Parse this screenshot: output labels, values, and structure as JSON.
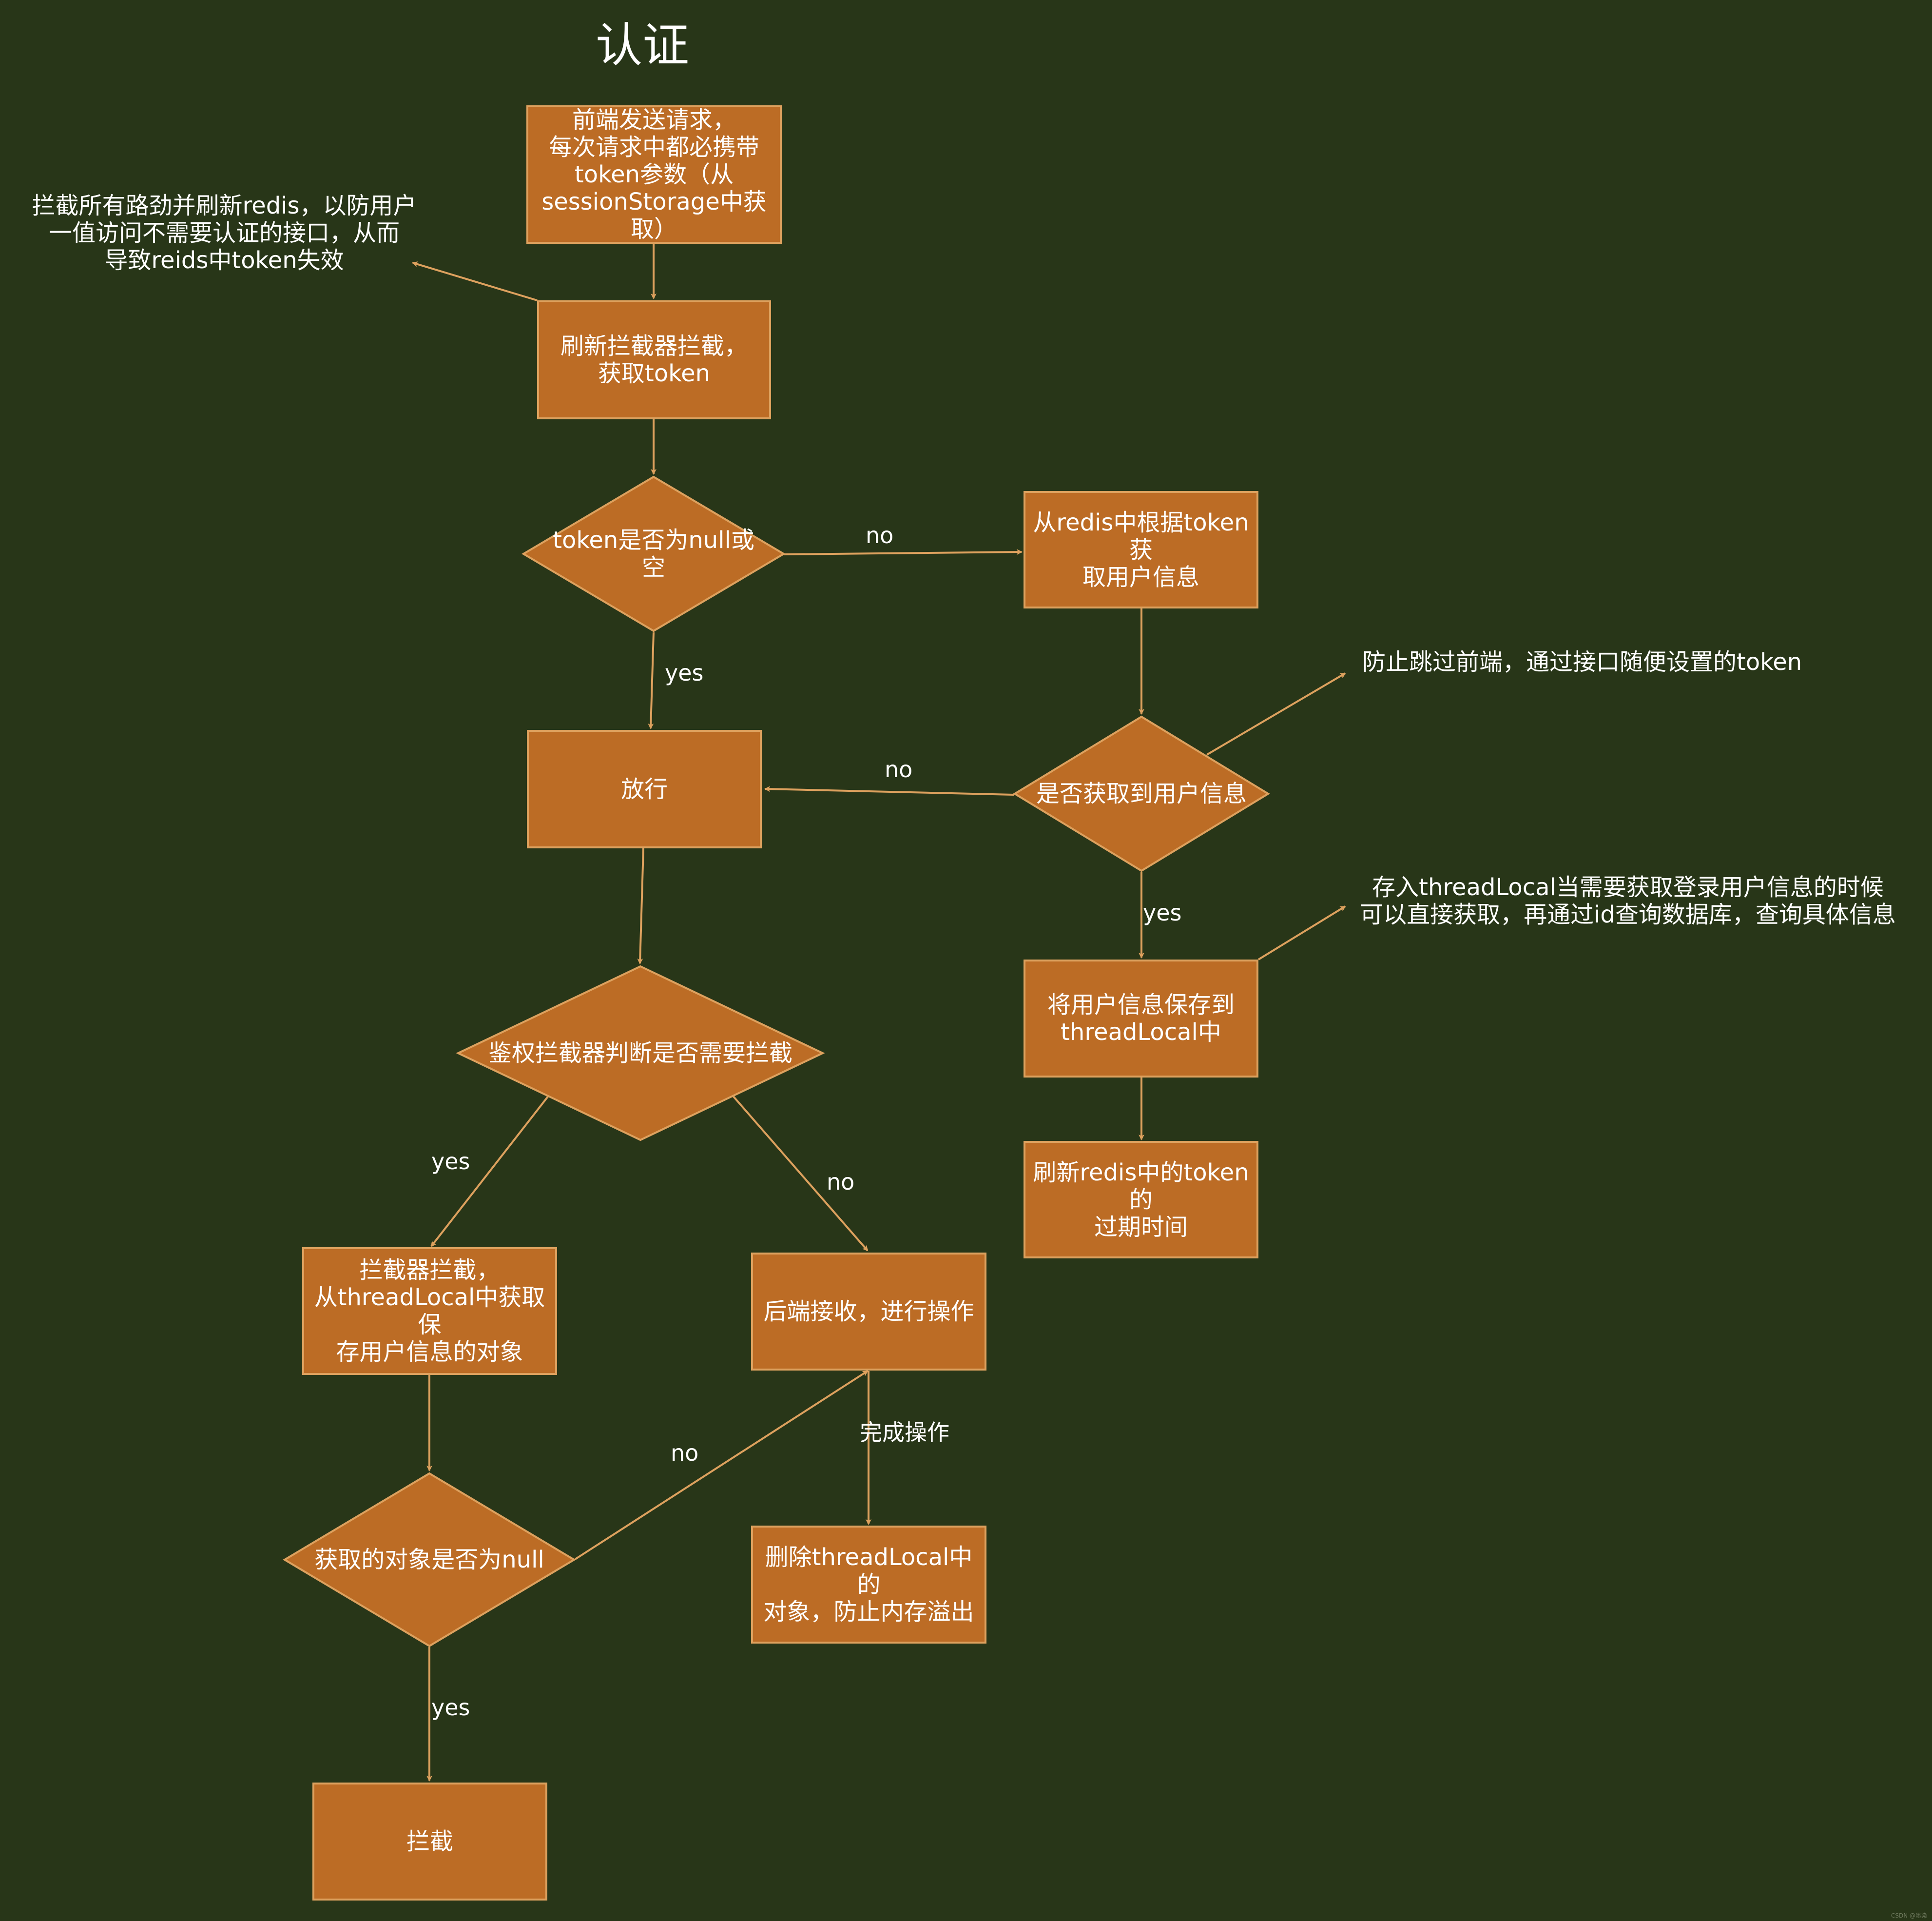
{
  "title": "认证",
  "colors": {
    "background": "#283618",
    "node_fill": "#bc6c25",
    "node_stroke": "#dda15e",
    "text": "#ffffff"
  },
  "nodes": {
    "frontend_request": "前端发送请求，\n每次请求中都必携带\ntoken参数（从\nsessionStorage中获\n取）",
    "refresh_interceptor": "刷新拦截器拦截，\n获取token",
    "token_null_check": "token是否为null或\n空",
    "fetch_user_from_redis": "从redis中根据token获\n取用户信息",
    "user_info_check": "是否获取到用户信息",
    "pass": "放行",
    "save_to_threadlocal": "将用户信息保存到\nthreadLocal中",
    "refresh_token_ttl": "刷新redis中的token的\n过期时间",
    "auth_interceptor_check": "鉴权拦截器判断是否需要拦截",
    "interceptor_get_object": "拦截器拦截，\n从threadLocal中获取保\n存用户信息的对象",
    "backend_process": "后端接收，进行操作",
    "object_null_check": "获取的对象是否为null",
    "remove_threadlocal": "删除threadLocal中的\n对象，防止内存溢出",
    "block": "拦截"
  },
  "notes": {
    "refresh_note": "拦截所有路劲并刷新redis，以防用户\n一值访问不需要认证的接口，从而\n导致reids中token失效",
    "skip_frontend_note": "防止跳过前端，通过接口随便设置的token",
    "threadlocal_note": "存入threadLocal当需要获取登录用户信息的时候\n可以直接获取，再通过id查询数据库，查询具体信息"
  },
  "edge_labels": {
    "token_no": "no",
    "token_yes": "yes",
    "user_no": "no",
    "user_yes": "yes",
    "auth_yes": "yes",
    "auth_no": "no",
    "object_no": "no",
    "object_yes": "yes",
    "done": "完成操作"
  },
  "watermark": "CSDN @墨染"
}
